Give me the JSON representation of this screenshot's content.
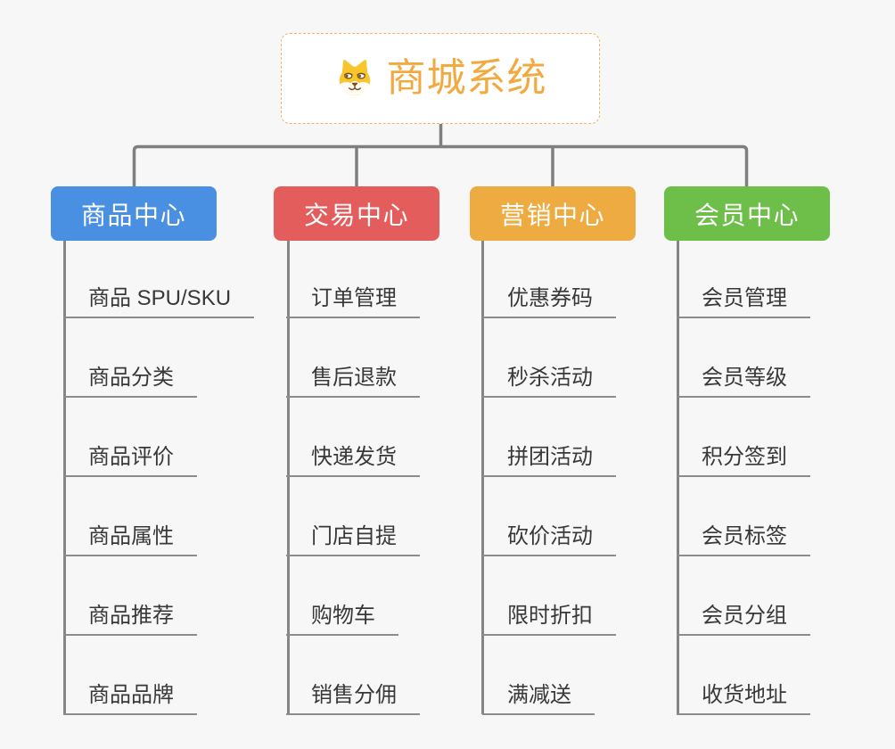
{
  "root": {
    "title": "商城系统",
    "icon": "dog-face-icon"
  },
  "branches": [
    {
      "id": "product-center",
      "label": "商品中心",
      "color": "#4a90e2",
      "items": [
        "商品 SPU/SKU",
        "商品分类",
        "商品评价",
        "商品属性",
        "商品推荐",
        "商品品牌"
      ]
    },
    {
      "id": "trade-center",
      "label": "交易中心",
      "color": "#e45d5d",
      "items": [
        "订单管理",
        "售后退款",
        "快递发货",
        "门店自提",
        "购物车",
        "销售分佣"
      ]
    },
    {
      "id": "marketing-center",
      "label": "营销中心",
      "color": "#edab41",
      "items": [
        "优惠券码",
        "秒杀活动",
        "拼团活动",
        "砍价活动",
        "限时折扣",
        "满减送"
      ]
    },
    {
      "id": "member-center",
      "label": "会员中心",
      "color": "#6dbf49",
      "items": [
        "会员管理",
        "会员等级",
        "积分签到",
        "会员标签",
        "会员分组",
        "收货地址"
      ]
    }
  ],
  "colors": {
    "background": "#f7f7f7",
    "connector_gray": "#7f7f7f",
    "underline_gray": "#8c8c8c",
    "item_text": "#383838",
    "root_accent": "#f2a93f",
    "root_border": "#f0b264",
    "branch_product": "#4a90e2",
    "branch_trade": "#e45d5d",
    "branch_marketing": "#edab41",
    "branch_member": "#6dbf49",
    "dog_yellow": "#f8c62c",
    "dog_brown": "#7b4f1d"
  }
}
